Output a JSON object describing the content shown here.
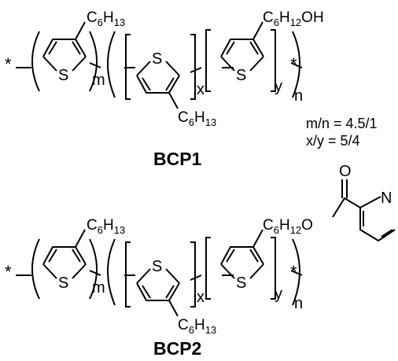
{
  "figure": {
    "ink_color": "#000000",
    "background_color": "#ffffff",
    "end_group": "*",
    "heteroatom_ring": "S",
    "heteroatom_pyridine": "N",
    "carbonyl_oxygen": "O",
    "subscripts": {
      "m": "m",
      "n": "n",
      "x": "x",
      "y": "y"
    },
    "substituents": {
      "hexyl_C": "C",
      "hexyl_6": "6",
      "hexyl_H": "H",
      "hexyl_13": "13",
      "linker_C": "C",
      "linker_6": "6",
      "linker_H": "H",
      "linker_12": "12",
      "hydroxyl_OH": "OH",
      "ester_O": "O"
    },
    "bcp1": {
      "name": "BCP1",
      "ratio_mn": "m/n = 4.5/1",
      "ratio_xy": "x/y = 5/4"
    },
    "bcp2": {
      "name": "BCP2"
    }
  }
}
